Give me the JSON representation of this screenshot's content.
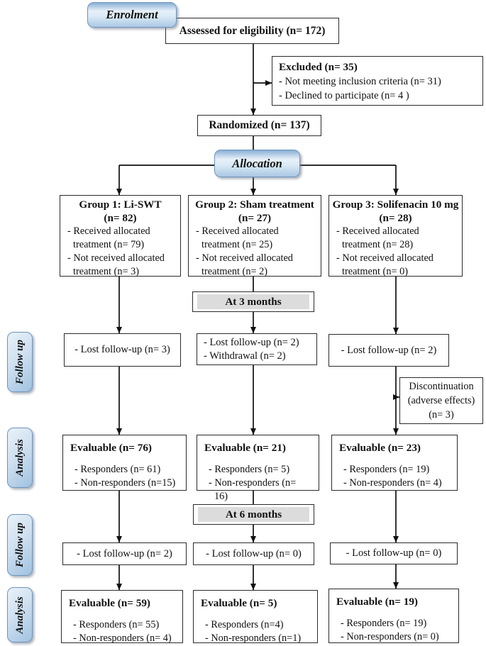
{
  "stages": {
    "enrolment": "Enrolment",
    "allocation": "Allocation",
    "followup_1": "Follow up",
    "analysis_1": "Analysis",
    "followup_2": "Follow up",
    "analysis_2": "Analysis"
  },
  "enrollment": {
    "assessed": "Assessed for eligibility (n= 172)",
    "excluded_title": "Excluded (n= 35)",
    "excluded_items": [
      "- Not meeting inclusion criteria (n= 31)",
      "- Declined to participate (n= 4 )"
    ],
    "randomized": "Randomized (n= 137)"
  },
  "groups": [
    {
      "title": "Group 1: Li-SWT",
      "n": "(n= 82)",
      "items": [
        "- Received allocated treatment (n= 79)",
        "- Not received allocated treatment (n= 3)"
      ]
    },
    {
      "title": "Group 2: Sham treatment",
      "n": "(n= 27)",
      "items": [
        "- Received allocated treatment (n= 25)",
        "- Not received allocated treatment (n= 2)"
      ]
    },
    {
      "title": "Group 3: Solifenacin 10 mg",
      "n": "(n= 28)",
      "items": [
        "- Received allocated treatment (n= 28)",
        "- Not received allocated treatment (n= 0)"
      ]
    }
  ],
  "timepoints": {
    "m3": "At 3 months",
    "m6": "At 6 months"
  },
  "followup_3m": [
    {
      "lines": [
        "- Lost follow-up (n= 3)"
      ]
    },
    {
      "lines": [
        "- Lost follow-up (n= 2)",
        "- Withdrawal (n= 2)"
      ]
    },
    {
      "lines": [
        "- Lost follow-up (n= 2)"
      ]
    }
  ],
  "discontinuation": {
    "lines": [
      "Discontinuation",
      "(adverse effects)",
      "(n= 3)"
    ]
  },
  "analysis_3m": [
    {
      "title": "Evaluable (n= 76)",
      "items": [
        "- Responders (n= 61)",
        "- Non-responders (n=15)"
      ]
    },
    {
      "title": "Evaluable (n= 21)",
      "items": [
        "- Responders (n= 5)",
        "- Non-responders (n= 16)"
      ]
    },
    {
      "title": "Evaluable (n= 23)",
      "items": [
        "- Responders (n= 19)",
        "- Non-responders (n= 4)"
      ]
    }
  ],
  "followup_6m": [
    {
      "lines": [
        "- Lost follow-up (n= 2)"
      ]
    },
    {
      "lines": [
        "- Lost follow-up (n= 0)"
      ]
    },
    {
      "lines": [
        "- Lost follow-up (n= 0)"
      ]
    }
  ],
  "analysis_6m": [
    {
      "title": "Evaluable (n= 59)",
      "items": [
        "- Responders (n= 55)",
        "- Non-responders (n= 4)"
      ]
    },
    {
      "title": "Evaluable (n= 5)",
      "items": [
        "- Responders (n=4)",
        "- Non-responders (n=1)"
      ]
    },
    {
      "title": "Evaluable (n= 19)",
      "items": [
        "- Responders (n= 19)",
        "- Non-responders (n= 0)"
      ]
    }
  ]
}
